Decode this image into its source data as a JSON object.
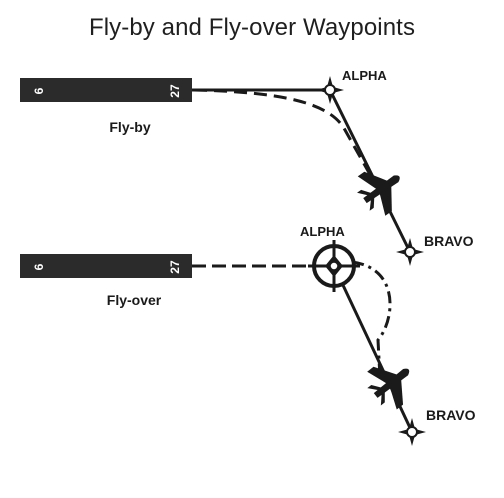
{
  "title": "Fly-by and Fly-over Waypoints",
  "flyby": {
    "runway_left": "6",
    "runway_right": "27",
    "caption": "Fly-by",
    "waypoint_from": "ALPHA",
    "waypoint_to": "BRAVO"
  },
  "flyover": {
    "runway_left": "6",
    "runway_right": "27",
    "caption": "Fly-over",
    "waypoint_from": "ALPHA",
    "waypoint_to": "BRAVO"
  },
  "colors": {
    "ink": "#1a1a1a",
    "runway": "#2b2b2b",
    "background": "#ffffff"
  }
}
